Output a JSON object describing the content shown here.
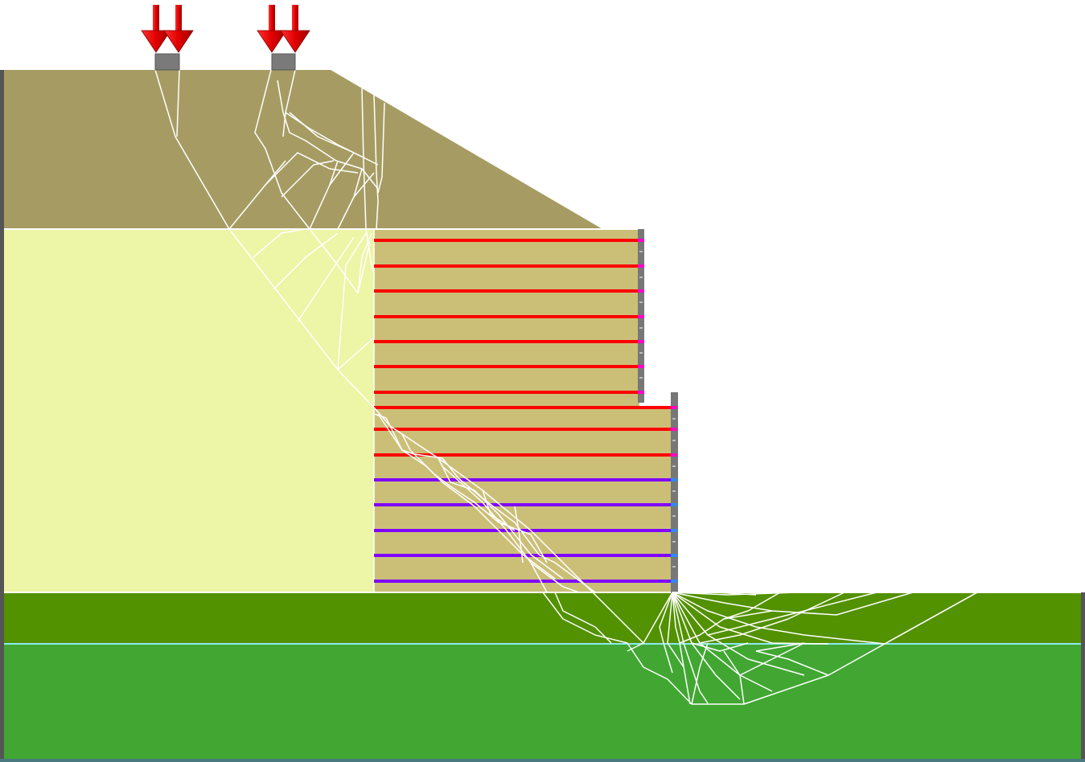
{
  "view": "slope-stability-model-view",
  "colors": {
    "background": "#ffffff",
    "upper_soil": "#a69c63",
    "middle_soil": "#edf5a6",
    "reinforced_block": "#cbbf78",
    "foundation_dry": "#529100",
    "foundation_wet": "#41a732",
    "water_table": "#8ceaf0",
    "reinforcement_strong": "#ff0000",
    "reinforcement_weak": "#8000ff",
    "facing": "#777777",
    "load_arrow": "#dd0000",
    "failure_mechanism": "#ffffff"
  },
  "loads": [
    {
      "name": "surcharge-1",
      "count": 2
    },
    {
      "name": "surcharge-2",
      "count": 2
    }
  ],
  "reinforcement": {
    "upper_tier_rows": 7,
    "lower_tier_strong_rows": 3,
    "lower_tier_weak_rows": 5
  }
}
